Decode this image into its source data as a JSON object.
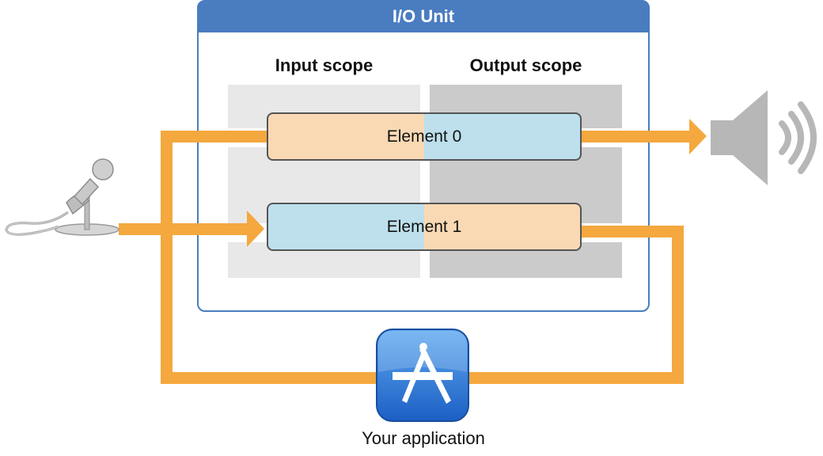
{
  "io_unit": {
    "title": "I/O Unit",
    "input_scope_label": "Input scope",
    "output_scope_label": "Output scope"
  },
  "elements": [
    {
      "label": "Element 0"
    },
    {
      "label": "Element 1"
    }
  ],
  "application": {
    "label": "Your application",
    "icon": "app-store-icon"
  },
  "icons": {
    "input": "microphone-icon",
    "output": "speaker-icon"
  },
  "colors": {
    "unit_blue": "#4a7cc0",
    "arrow_orange": "#f4a83e",
    "element_peach": "#f9d9b4",
    "element_blue": "#bde0ec",
    "input_scope": "#e8e8e8",
    "output_scope": "#cbcbcb"
  }
}
